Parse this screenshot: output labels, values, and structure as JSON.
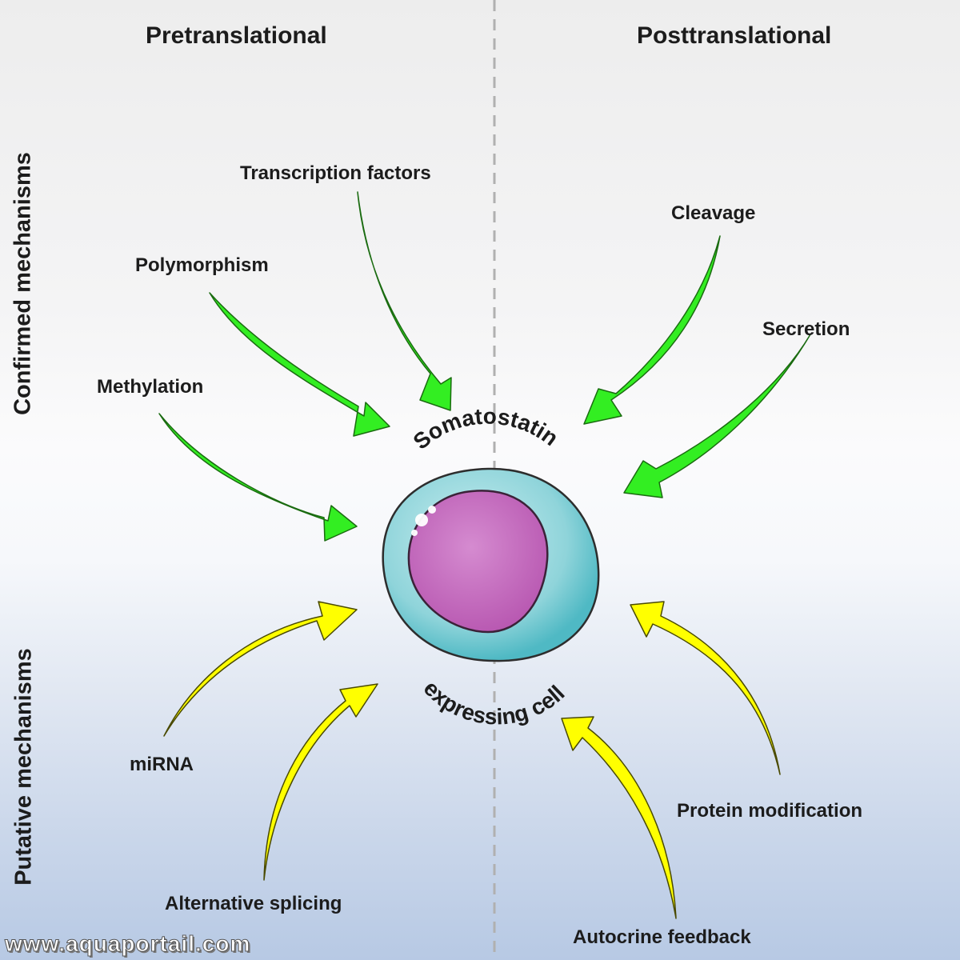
{
  "columns": {
    "left": "Pretranslational",
    "right": "Posttranslational"
  },
  "rows": {
    "top": "Confirmed mechanisms",
    "bottom": "Putative mechanisms"
  },
  "cell": {
    "label_top": "Somatostatin",
    "label_bottom": "expressing cell"
  },
  "confirmed": {
    "transcription_factors": "Transcription factors",
    "polymorphism": "Polymorphism",
    "methylation": "Methylation",
    "cleavage": "Cleavage",
    "secretion": "Secretion"
  },
  "putative": {
    "mirna": "miRNA",
    "alternative_splicing": "Alternative splicing",
    "protein_modification": "Protein modification",
    "autocrine_feedback": "Autocrine feedback"
  },
  "watermark": "www.aquaportail.com",
  "colors": {
    "confirmed_arrow": "#33ee22",
    "putative_arrow": "#ffff00",
    "cell_membrane": "#7fcdd4",
    "nucleus": "#c36bb8",
    "divider": "#b0b0b0"
  }
}
